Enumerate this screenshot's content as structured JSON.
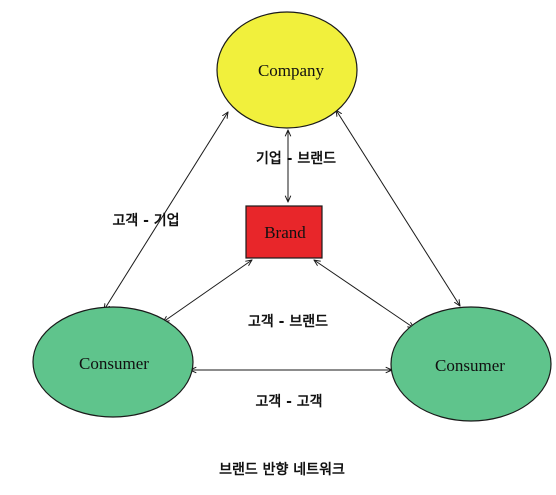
{
  "nodes": {
    "company": {
      "label": "Company",
      "fill": "#f1f03c"
    },
    "brand": {
      "label": "Brand",
      "fill": "#e8262a"
    },
    "consumer_left": {
      "label": "Consumer",
      "fill": "#5fc48c"
    },
    "consumer_right": {
      "label": "Consumer",
      "fill": "#5fc48c"
    }
  },
  "edges": {
    "company_brand": "기업 - 브랜드",
    "consumer_company": "고객 - 기업",
    "consumer_brand": "고객 - 브랜드",
    "consumer_consumer": "고객 - 고객"
  },
  "caption": "브랜드 반향 네트워크",
  "colors": {
    "stroke": "#1a1a1a",
    "text": "#111111"
  }
}
